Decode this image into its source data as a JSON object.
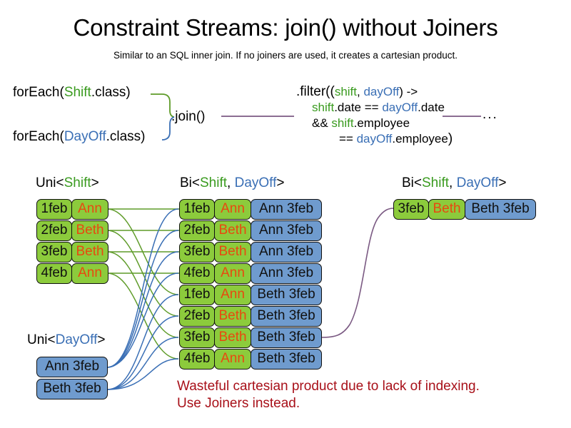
{
  "slide": {
    "title": "Constraint Streams: join() without Joiners",
    "subtitle": "Similar to an SQL inner join. If no joiners are used, it creates a cartesian product."
  },
  "colors": {
    "shift_green": "#8CCB3C",
    "dayoff_blue": "#6F9BCE",
    "name_orange": "#E8490F",
    "warning_red": "#A81019",
    "keyword_green": "#3A9B1F",
    "keyword_blue": "#3A6FB5",
    "connector_purple": "#7B5A83"
  },
  "code": {
    "forEachShift": {
      "pre": "forEach(",
      "type": "Shift",
      "post": ".class)"
    },
    "forEachDayOff": {
      "pre": "forEach(",
      "type": "DayOff",
      "post": ".class)"
    },
    "join": ".join()",
    "ellipsis": "...",
    "filter": {
      "line1_a": ".filter((",
      "line1_shift": "shift",
      "line1_comma": ", ",
      "line1_dayoff": "dayOff",
      "line1_b": ") ->",
      "line2_shift": "shift",
      "line2_mid": ".date == ",
      "line2_dayoff": "dayOff",
      "line2_end": ".date",
      "line3_a": "&& ",
      "line3_shift": "shift",
      "line3_end": ".employee",
      "line4_a": "== ",
      "line4_dayoff": "dayOff",
      "line4_end": ".employee",
      "line4_paren": ")"
    }
  },
  "headers": {
    "uni_shift": {
      "pre": "Uni<",
      "type": "Shift",
      "post": ">"
    },
    "bi_middle": {
      "pre": "Bi<",
      "type1": "Shift",
      "sep": ", ",
      "type2": "DayOff",
      "post": ">"
    },
    "bi_right": {
      "pre": "Bi<",
      "type1": "Shift",
      "sep": ", ",
      "type2": "DayOff",
      "post": ">"
    },
    "uni_dayoff": {
      "pre": "Uni<",
      "type": "DayOff",
      "post": ">"
    }
  },
  "uni_shift_rows": [
    {
      "date": "1feb",
      "employee": "Ann"
    },
    {
      "date": "2feb",
      "employee": "Beth"
    },
    {
      "date": "3feb",
      "employee": "Beth"
    },
    {
      "date": "4feb",
      "employee": "Ann"
    }
  ],
  "uni_dayoff_rows": [
    {
      "label": "Ann 3feb"
    },
    {
      "label": "Beth 3feb"
    }
  ],
  "bi_rows": [
    {
      "date": "1feb",
      "employee": "Ann",
      "dayoff": "Ann 3feb"
    },
    {
      "date": "2feb",
      "employee": "Beth",
      "dayoff": "Ann 3feb"
    },
    {
      "date": "3feb",
      "employee": "Beth",
      "dayoff": "Ann 3feb"
    },
    {
      "date": "4feb",
      "employee": "Ann",
      "dayoff": "Ann 3feb"
    },
    {
      "date": "1feb",
      "employee": "Ann",
      "dayoff": "Beth 3feb"
    },
    {
      "date": "2feb",
      "employee": "Beth",
      "dayoff": "Beth 3feb"
    },
    {
      "date": "3feb",
      "employee": "Beth",
      "dayoff": "Beth 3feb"
    },
    {
      "date": "4feb",
      "employee": "Ann",
      "dayoff": "Beth 3feb"
    }
  ],
  "bi_result_rows": [
    {
      "date": "3feb",
      "employee": "Beth",
      "dayoff": "Beth 3feb"
    }
  ],
  "warning": {
    "line1": "Wasteful cartesian product due to lack of indexing.",
    "line2": "Use Joiners instead."
  }
}
